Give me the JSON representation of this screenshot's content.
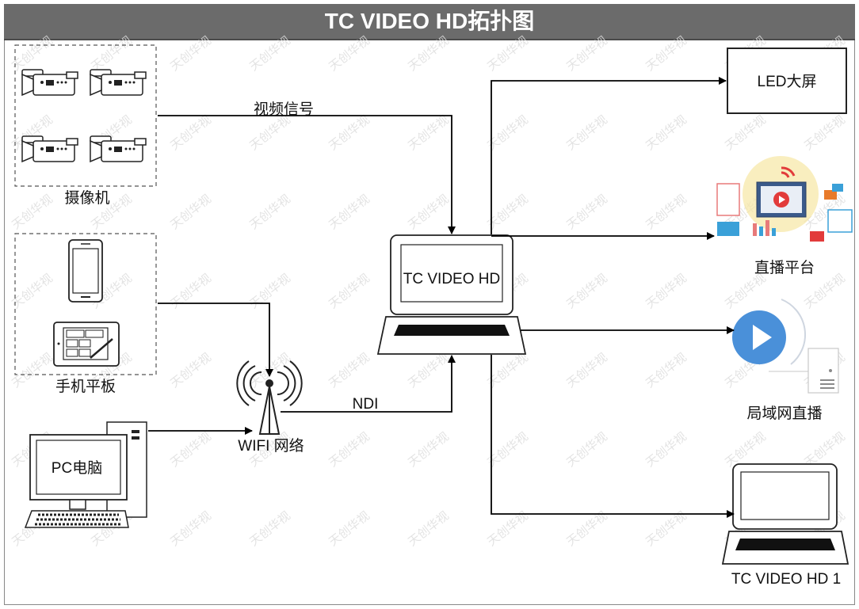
{
  "title": "TC VIDEO HD拓扑图",
  "watermark": "天创华视",
  "nodes": {
    "cameras": "摄像机",
    "mobile": "手机平板",
    "pc": "PC电脑",
    "wifi": "WIFI 网络",
    "center": "TC VIDEO HD",
    "led": "LED大屏",
    "live": "直播平台",
    "lan": "局域网直播",
    "client": "TC VIDEO HD 1"
  },
  "edges": {
    "video_signal": "视频信号",
    "ndi": "NDI"
  },
  "colors": {
    "header_bg": "#6b6b6b",
    "play_blue": "#4a90d9",
    "watermark": "#d9d9d9"
  }
}
